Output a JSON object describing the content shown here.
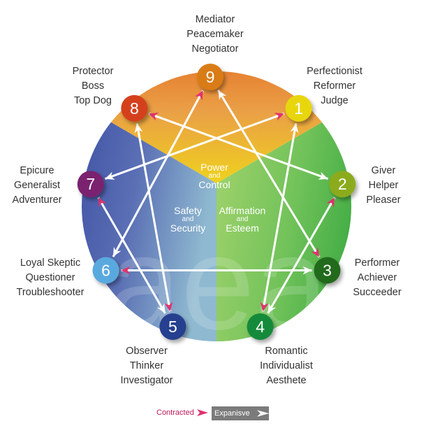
{
  "diagram": {
    "title": "Enneagram",
    "centers": [
      {
        "id": "power",
        "line1": "Power",
        "line2": "and",
        "line3": "Control"
      },
      {
        "id": "safety",
        "line1": "Safety",
        "line2": "and",
        "line3": "Security"
      },
      {
        "id": "affirmation",
        "line1": "Affirmation",
        "line2": "and",
        "line3": "Esteem"
      }
    ],
    "watermark": "aea",
    "types": [
      {
        "number": "1",
        "names": [
          "Perfectionist",
          "Reformer",
          "Judge"
        ],
        "color": "#e8d60c"
      },
      {
        "number": "2",
        "names": [
          "Giver",
          "Helper",
          "Pleaser"
        ],
        "color": "#8cab1f"
      },
      {
        "number": "3",
        "names": [
          "Performer",
          "Achiever",
          "Succeeder"
        ],
        "color": "#236b1e"
      },
      {
        "number": "4",
        "names": [
          "Romantic",
          "Individualist",
          "Aesthete"
        ],
        "color": "#138a3a"
      },
      {
        "number": "5",
        "names": [
          "Observer",
          "Thinker",
          "Investigator"
        ],
        "color": "#263f8f"
      },
      {
        "number": "6",
        "names": [
          "Loyal Skeptic",
          "Questioner",
          "Troubleshooter"
        ],
        "color": "#5aa9de"
      },
      {
        "number": "7",
        "names": [
          "Epicure",
          "Generalist",
          "Adventurer"
        ],
        "color": "#7a2370"
      },
      {
        "number": "8",
        "names": [
          "Protector",
          "Boss",
          "Top Dog"
        ],
        "color": "#d4401a"
      },
      {
        "number": "9",
        "names": [
          "Mediator",
          "Peacemaker",
          "Negotiator"
        ],
        "color": "#d97b12"
      }
    ],
    "connections": [
      {
        "from": "9",
        "to": "3"
      },
      {
        "from": "3",
        "to": "6"
      },
      {
        "from": "6",
        "to": "9"
      },
      {
        "from": "1",
        "to": "4"
      },
      {
        "from": "4",
        "to": "2"
      },
      {
        "from": "2",
        "to": "8"
      },
      {
        "from": "8",
        "to": "5"
      },
      {
        "from": "5",
        "to": "7"
      },
      {
        "from": "7",
        "to": "1"
      }
    ],
    "colors": {
      "contracted": "#e0336e",
      "expansive": "#ffffff",
      "top_region": "#e98a32",
      "left_region": "#3f58a8",
      "right_region": "#5cb848"
    }
  },
  "legend": {
    "contracted_label": "Contracted",
    "expansive_label": "Expanisve"
  }
}
